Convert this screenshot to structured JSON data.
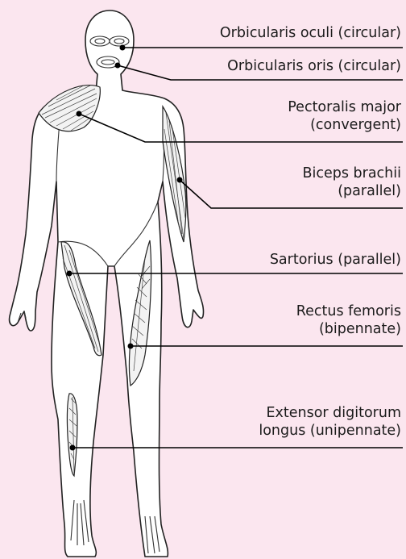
{
  "labels": [
    {
      "key": "orbicularis-oculi",
      "lines": [
        "Orbicularis oculi (circular)"
      ]
    },
    {
      "key": "orbicularis-oris",
      "lines": [
        "Orbicularis oris (circular)"
      ]
    },
    {
      "key": "pectoralis-major",
      "lines": [
        "Pectoralis major",
        "(convergent)"
      ]
    },
    {
      "key": "biceps-brachii",
      "lines": [
        "Biceps brachii",
        "(parallel)"
      ]
    },
    {
      "key": "sartorius",
      "lines": [
        "Sartorius (parallel)"
      ]
    },
    {
      "key": "rectus-femoris",
      "lines": [
        "Rectus femoris",
        "(bipennate)"
      ]
    },
    {
      "key": "extensor-digitorum-longus",
      "lines": [
        "Extensor digitorum",
        "longus (unipennate)"
      ]
    }
  ],
  "colors": {
    "background": "#fbe6ef",
    "line": "#000000"
  }
}
